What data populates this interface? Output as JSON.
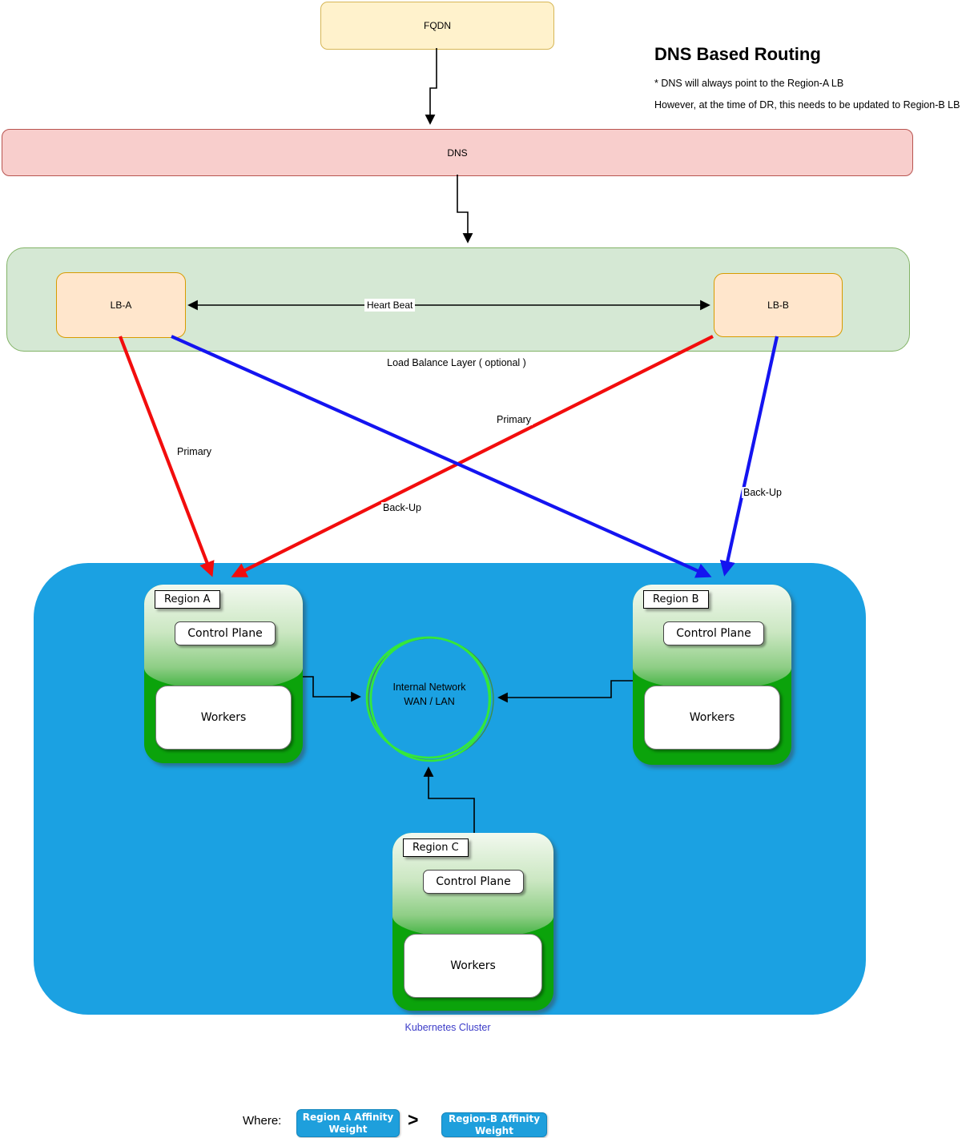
{
  "title": "DNS Based Routing",
  "notes": [
    "* DNS will always point to the Region-A  LB",
    "However, at the time of DR, this needs to be updated to Region-B LB"
  ],
  "nodes": {
    "fqdn": "FQDN",
    "dns": "DNS",
    "lb_a": "LB-A",
    "lb_b": "LB-B"
  },
  "lb_layer": {
    "caption": "Load Balance Layer ( optional )",
    "heartbeat_label": "Heart  Beat"
  },
  "edge_labels": {
    "primary_left": "Primary",
    "primary_mid": "Primary",
    "backup_mid": "Back-Up",
    "backup_right": "Back-Up"
  },
  "cluster": {
    "caption": "Kubernetes Cluster",
    "network": {
      "line1": "Internal Network",
      "line2": "WAN / LAN"
    },
    "regions": [
      {
        "name": "Region A",
        "control_plane": "Control Plane",
        "workers": "Workers"
      },
      {
        "name": "Region B",
        "control_plane": "Control Plane",
        "workers": "Workers"
      },
      {
        "name": "Region C",
        "control_plane": "Control Plane",
        "workers": "Workers"
      }
    ]
  },
  "legend": {
    "where": "Where:",
    "left_button": "Region A Affinity Weight",
    "operator": ">",
    "right_button": "Region-B  Affinity Weight"
  },
  "colors": {
    "fqdn_fill": "#FFF2CC",
    "fqdn_border": "#D6B656",
    "dns_fill": "#F8CECC",
    "dns_border": "#B85450",
    "lb_layer_fill": "#D5E8D4",
    "lb_layer_border": "#82B366",
    "lb_fill": "#FFE6CC",
    "lb_border": "#D79B00",
    "cluster_fill": "#1BA1E2",
    "region_green": "#0BA30B",
    "primary_red": "#F20D0D",
    "backup_blue": "#1414F0",
    "network_circle_green": "#35E83A",
    "legend_button_blue": "#1E9FDC",
    "cluster_caption_color": "#3C3CC8"
  }
}
